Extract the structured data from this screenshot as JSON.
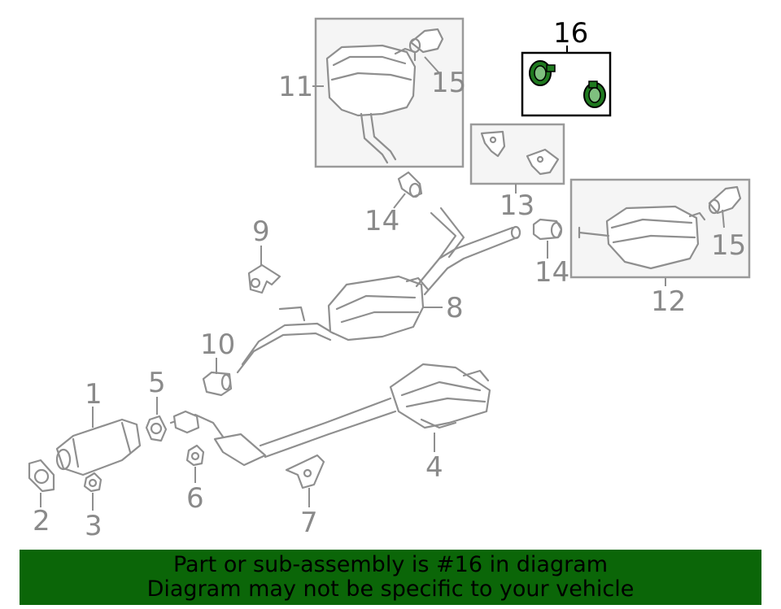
{
  "callouts": {
    "c1": "1",
    "c2": "2",
    "c3": "3",
    "c4": "4",
    "c5": "5",
    "c6": "6",
    "c7": "7",
    "c8": "8",
    "c9": "9",
    "c10": "10",
    "c11": "11",
    "c12": "12",
    "c13": "13",
    "c14a": "14",
    "c14b": "14",
    "c15a": "15",
    "c15b": "15",
    "c16": "16"
  },
  "banner": {
    "line1": "Part or sub-assembly is #16 in diagram",
    "line2": "Diagram may not be specific to your vehicle"
  },
  "colors": {
    "banner_bg": "#0b6608",
    "highlight_part": "#1f7a1f",
    "line_gray": "#8f8f8f"
  }
}
